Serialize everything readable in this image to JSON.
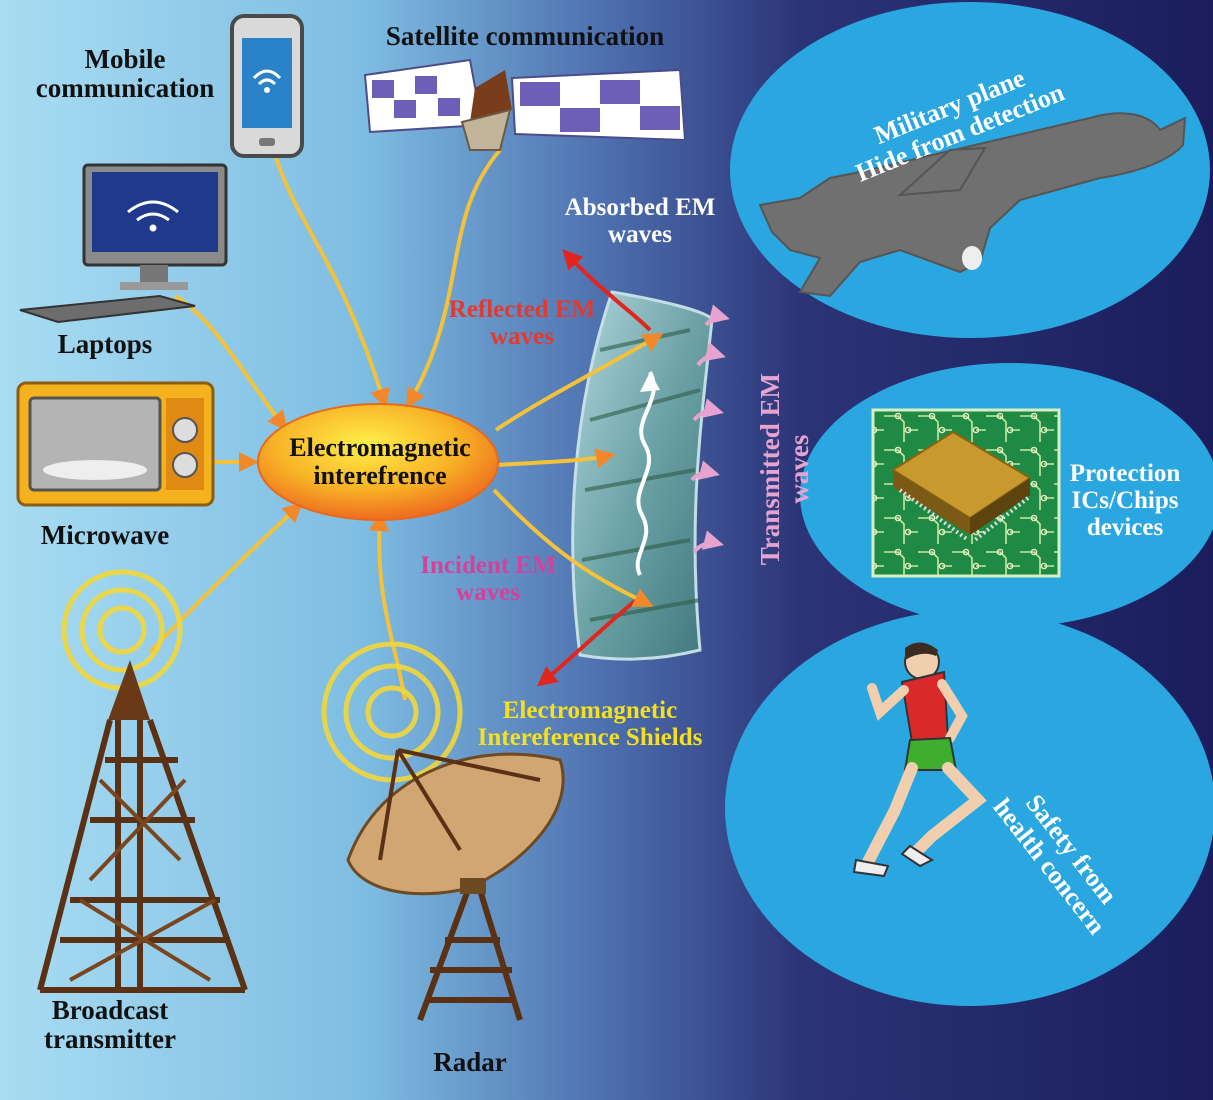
{
  "sources": {
    "mobile": "Mobile\ncommunication",
    "satellite": "Satellite communication",
    "laptops": "Laptops",
    "microwave": "Microwave",
    "broadcast": "Broadcast\ntransmitter",
    "radar": "Radar"
  },
  "center": "Electromagnetic\ninterefrence",
  "waves": {
    "absorbed": "Absorbed EM\nwaves",
    "reflected": "Reflected EM\nwaves",
    "incident": "Incident EM\nwaves",
    "transmitted": "Transmitted EM\nwaves"
  },
  "shield": "Electromagnetic\nIntereference Shields",
  "applications": {
    "plane": "Military plane\nHide from detection",
    "chips": "Protection\nICs/Chips\ndevices",
    "health": "Safety from\nhealth concern"
  },
  "colors": {
    "bg_light": "#9ed3ee",
    "bg_dark": "#1d2060",
    "ellipse": "#2aa7e0",
    "center_fill": "#f7a21a",
    "arrow": "#f6c73a",
    "reflected": "#e23a30",
    "incident": "#d6409a",
    "shield_label": "#f4e020",
    "transmitted": "#e7a3cf"
  },
  "icons": [
    "phone-icon",
    "satellite-icon",
    "laptop-icon",
    "microwave-icon",
    "tower-icon",
    "radar-dish-icon",
    "plane-icon",
    "chip-icon",
    "runner-icon",
    "shield-film-icon"
  ]
}
